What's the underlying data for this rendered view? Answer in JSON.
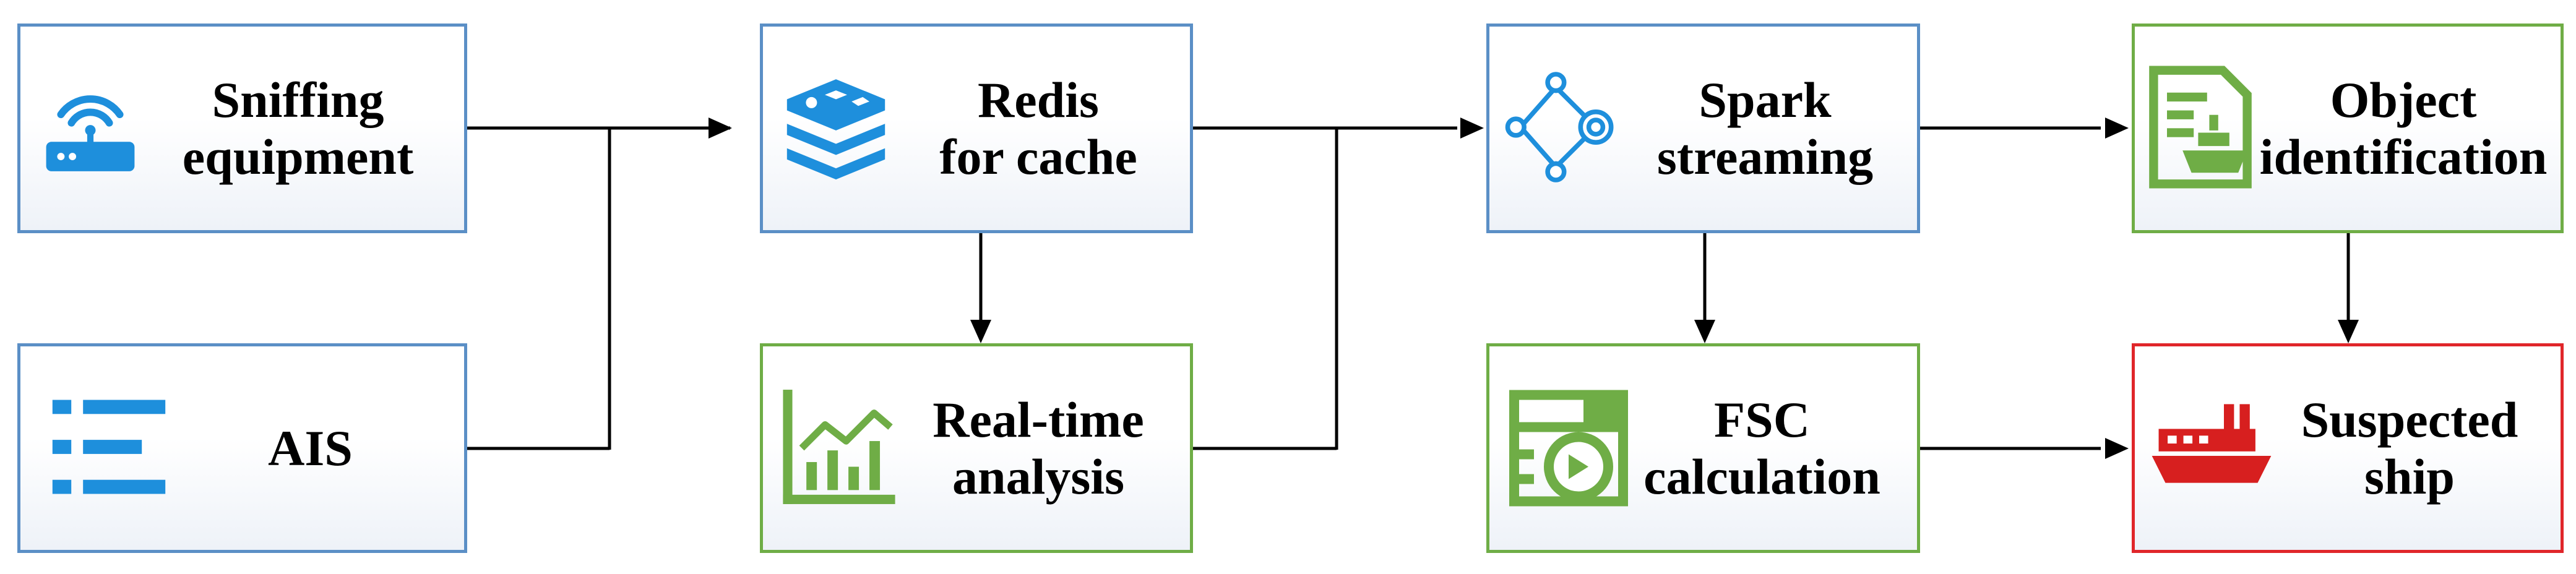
{
  "nodes": {
    "sniffing": {
      "line1": "Sniffing",
      "line2": "equipment",
      "icon": "router-icon",
      "border": "#5b8fc6"
    },
    "ais": {
      "line1": "AIS",
      "icon": "list-icon",
      "border": "#5b8fc6"
    },
    "redis": {
      "line1": "Redis",
      "line2": "for cache",
      "icon": "database-stack-icon",
      "border": "#5b8fc6"
    },
    "realtime": {
      "line1": "Real-time",
      "line2": "analysis",
      "icon": "bar-chart-trend-icon",
      "border": "#6fad46"
    },
    "spark": {
      "line1": "Spark",
      "line2": "streaming",
      "icon": "network-nodes-icon",
      "border": "#5b8fc6"
    },
    "fsc": {
      "line1": "FSC",
      "line2": "calculation",
      "icon": "calculator-screen-icon",
      "border": "#6fad46"
    },
    "object": {
      "line1": "Object",
      "line2": "identification",
      "icon": "document-ship-icon",
      "border": "#6fad46"
    },
    "suspected": {
      "line1": "Suspected",
      "line2": "ship",
      "icon": "ship-icon",
      "border": "#e0262a"
    }
  },
  "colors": {
    "blue_icon": "#1e8fdc",
    "green_icon": "#6fad46",
    "red_icon": "#d71f1f",
    "arrow": "#000000"
  }
}
